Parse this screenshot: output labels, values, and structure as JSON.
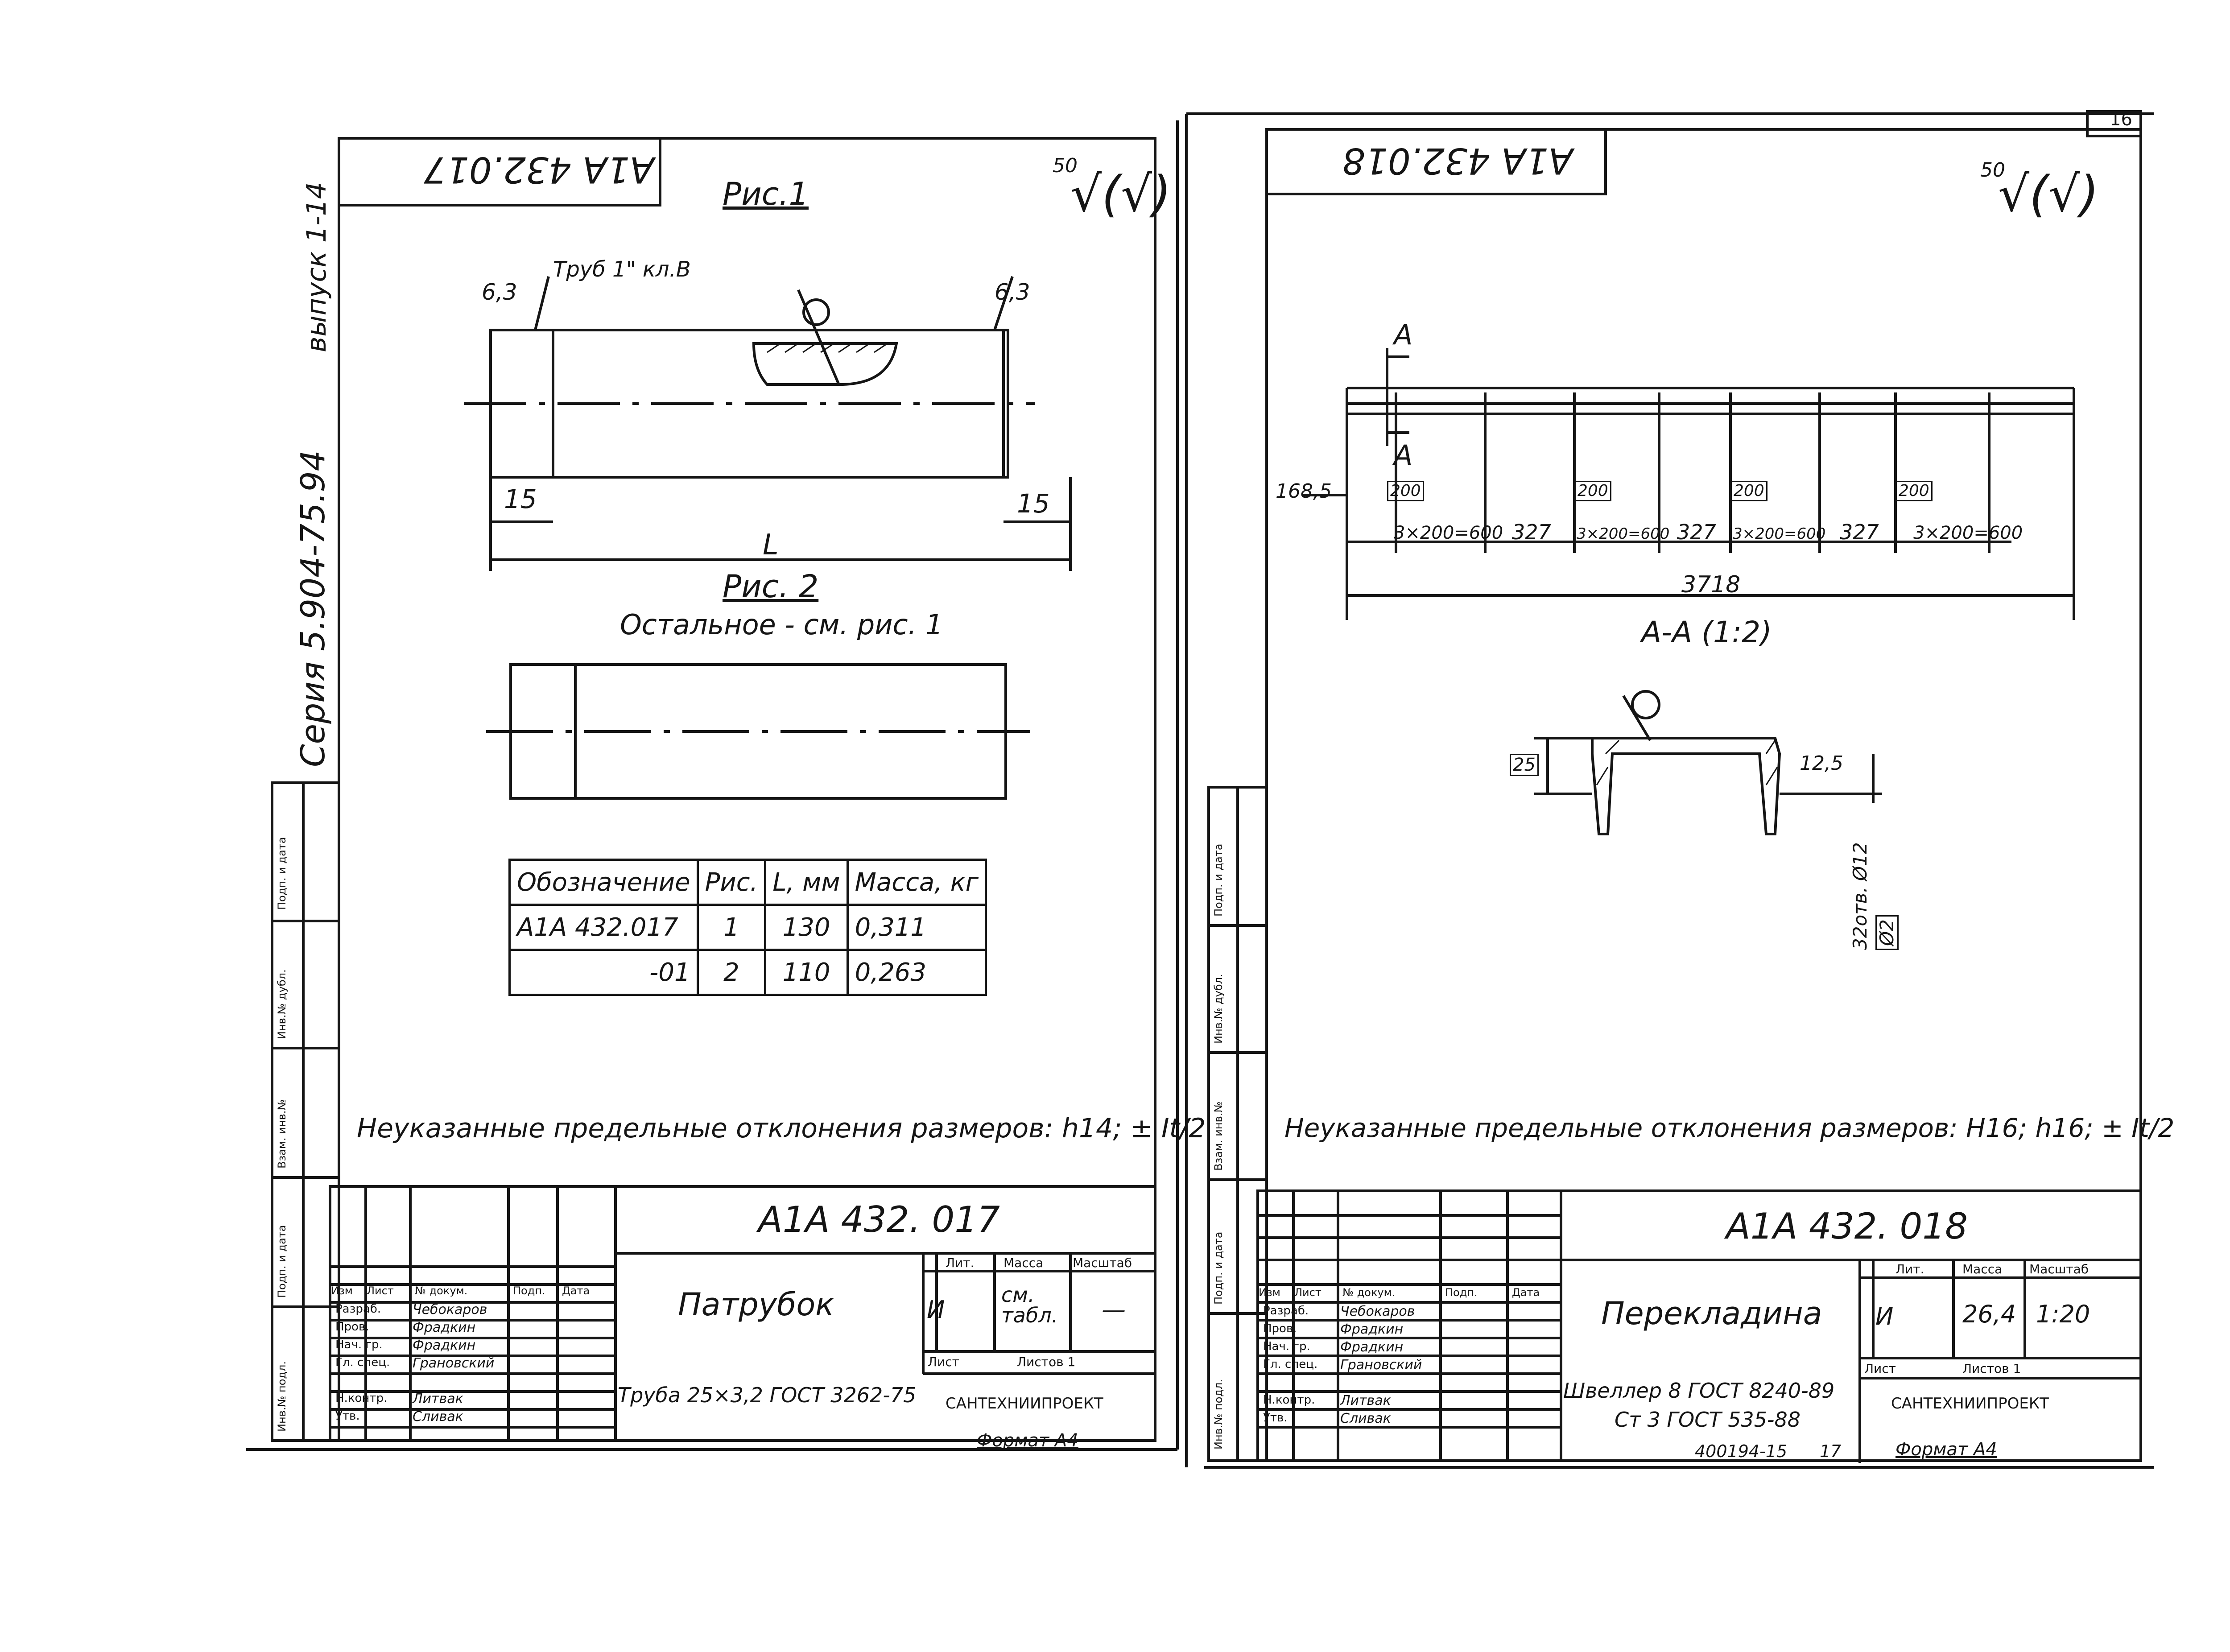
{
  "left_sheet": {
    "code_flipped": "А1А 432.017",
    "fig1_title": "Рис.1",
    "roughness": "50",
    "pipe_callout": "Труб 1\" кл.В",
    "roughness_end": "6,3",
    "dim_15": "15",
    "dim_L": "L",
    "fig2_title": "Рис. 2",
    "fig2_note": "Остальное - см. рис. 1",
    "series_margin": "Серия 5.904-75.94",
    "issue_margin": "выпуск 1-14",
    "spec_table": {
      "headers": [
        "Обозначение",
        "Рис.",
        "L, мм",
        "Масса, кг"
      ],
      "rows": [
        [
          "А1А 432.017",
          "1",
          "130",
          "0,311"
        ],
        [
          "-01",
          "2",
          "110",
          "0,263"
        ]
      ]
    },
    "tolerance_note": "Неуказанные предельные отклонения размеров: h14; ± It/2",
    "title_block": {
      "code": "А1А 432. 017",
      "name": "Патрубок",
      "material": "Труба 25×3,2 ГОСТ 3262-75",
      "lit_header": "Лит.",
      "mass_header": "Масса",
      "scale_header": "Масштаб",
      "lit": "И",
      "mass": "см. табл.",
      "scale": "—",
      "sheet_label": "Лист",
      "sheets_label": "Листов 1",
      "org": "САНТЕХНИИПРОЕКТ",
      "col_headers": [
        "Изм",
        "Лист",
        "№ докум.",
        "Подп.",
        "Дата"
      ],
      "roles": [
        "Разраб.",
        "Пров.",
        "Нач. гр.",
        "Гл. спец.",
        "Н.контр.",
        "Утв."
      ],
      "names": [
        "Чебокаров",
        "Фрадкин",
        "Фрадкин",
        "Грановский",
        "Литвак",
        "Сливак"
      ]
    },
    "format": "Формат А4"
  },
  "right_sheet": {
    "code_flipped": "А1А 432.018",
    "page_no": "16",
    "roughness": "50",
    "section_mark": "А",
    "dim_168": "168,5",
    "box_200": "200",
    "dim_3x200_600": "3×200=600",
    "dim_327": "327",
    "dim_3718": "3718",
    "section_title": "А-А (1:2)",
    "dim_25": "25",
    "dim_12_5": "12,5",
    "hole_note": "32отв. Ø12",
    "position_tol": "Ø2",
    "tolerance_note": "Неуказанные предельные отклонения размеров: Н16; h16; ± It/2",
    "title_block": {
      "code": "А1А 432. 018",
      "name": "Перекладина",
      "material_1": "Швеллер 8 ГОСТ 8240-89",
      "material_2": "Ст 3 ГОСТ 535-88",
      "lit_header": "Лит.",
      "mass_header": "Масса",
      "scale_header": "Масштаб",
      "lit": "И",
      "mass": "26,4",
      "scale": "1:20",
      "sheet_label": "Лист",
      "sheets_label": "Листов 1",
      "org": "САНТЕХНИИПРОЕКТ",
      "col_headers": [
        "Изм",
        "Лист",
        "№ докум.",
        "Подп.",
        "Дата"
      ],
      "roles": [
        "Разраб.",
        "Пров.",
        "Нач. гр.",
        "Гл. спец.",
        "Н.контр.",
        "Утв."
      ],
      "names": [
        "Чебокаров",
        "Фрадкин",
        "Фрадкин",
        "Грановский",
        "Литвак",
        "Сливак"
      ]
    },
    "footer_code": "400194-15",
    "footer_page": "17",
    "format": "Формат А4"
  },
  "side_stamp": [
    "Инв.№ подл.",
    "Подп. и дата",
    "Взам. инв.№",
    "Инв.№ дубл.",
    "Подп. и дата"
  ]
}
